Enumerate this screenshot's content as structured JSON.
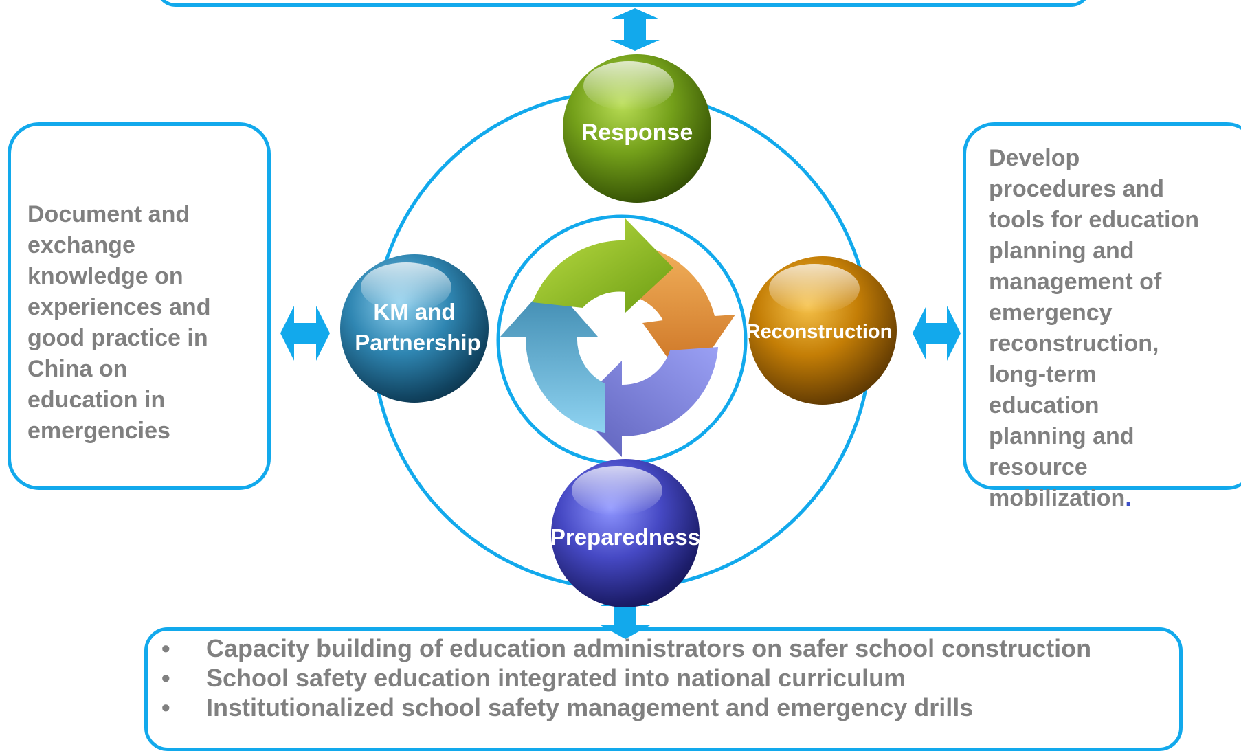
{
  "diagram": {
    "phases": {
      "response": "Response",
      "reconstruction": "Reconstruction",
      "preparedness": "Preparedness",
      "km_line1": "KM and",
      "km_line2": "Partnership"
    }
  },
  "left_box": {
    "lines": [
      "Document and",
      "exchange",
      "knowledge on",
      "experiences and",
      "good practice in",
      "China on",
      "education in",
      "emergencies"
    ]
  },
  "right_box": {
    "lines": [
      "Develop",
      "procedures and",
      "tools for education",
      "planning and",
      "management of",
      "emergency",
      "reconstruction,",
      "long-term",
      "education",
      "planning and",
      "resource"
    ],
    "last_line": "mobilization",
    "last_punct": "."
  },
  "bottom_box": {
    "bullet_symbol": "•",
    "items": [
      "Capacity building of education administrators on safer school construction",
      "School safety education integrated into national curriculum",
      "Institutionalized school safety management and emergency drills"
    ]
  },
  "colors": {
    "frame_blue": "#12a9ec",
    "text_gray": "#808080",
    "response_green": "#6a9a14",
    "reconstruction_orange": "#c47e06",
    "preparedness_purple": "#3c3fa8",
    "km_blue": "#2a7fa8"
  }
}
